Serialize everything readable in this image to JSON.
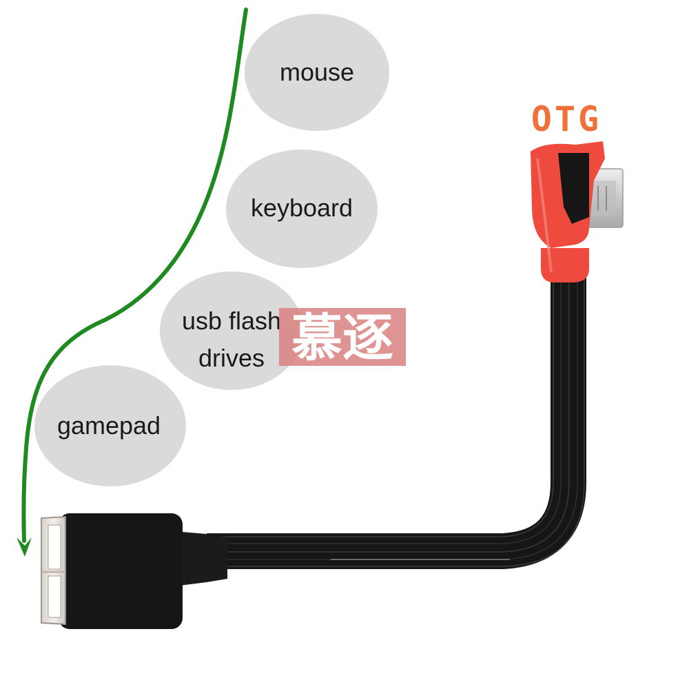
{
  "labels": {
    "mouse": "mouse",
    "keyboard": "keyboard",
    "usb_flash_line1": "usb flash",
    "usb_flash_line2": "drives",
    "gamepad": "gamepad",
    "otg": "OTG"
  },
  "watermark": {
    "text": "慕逐"
  },
  "colors": {
    "arrow": "#1f8a1f",
    "otg_label": "#f0703a",
    "bubble": "#dadada",
    "connector_red": "#ee4b3e",
    "cable_black": "#161616",
    "watermark_bg": "#d98080",
    "watermark_text": "#ffffff"
  },
  "icons": {
    "arrow": "green-arrow-icon",
    "micro_usb": "micro-usb-connector-icon",
    "usb_a": "usb-a-female-connector-icon"
  }
}
